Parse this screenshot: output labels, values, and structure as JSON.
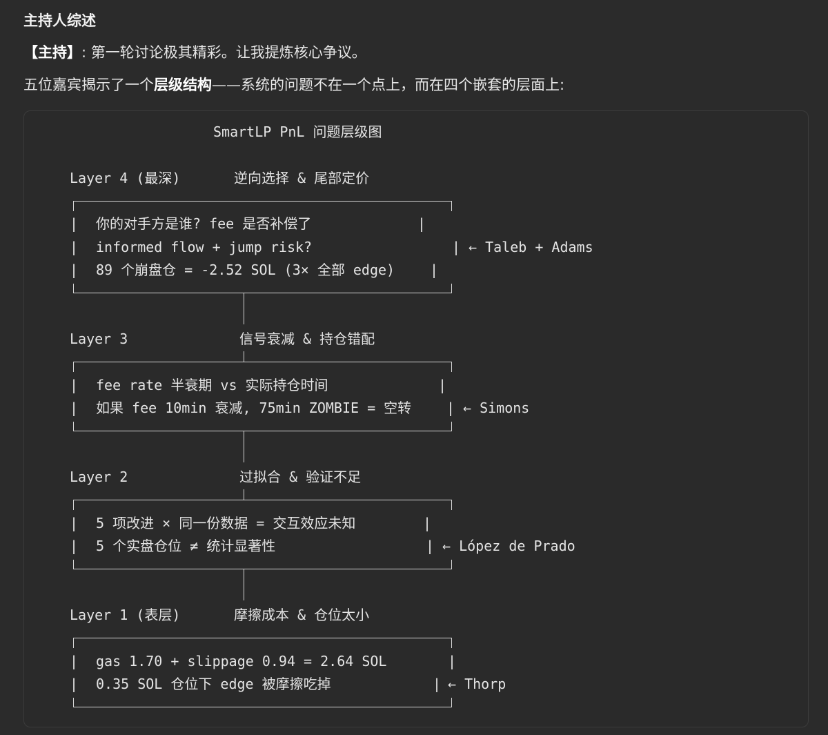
{
  "heading": "主持人综述",
  "p1": {
    "label": "【主持】",
    "text": ": 第一轮讨论极其精彩。让我提炼核心争议。"
  },
  "p2": {
    "before": "五位嘉宾揭示了一个",
    "bold": "层级结构",
    "after": "——系统的问题不在一个点上，而在四个嵌套的层面上:"
  },
  "diagram": {
    "title": "SmartLP PnL 问题层级图",
    "layers": [
      {
        "label": "Layer 4 (最深)",
        "topic": "逆向选择 & 尾部定价",
        "lines": [
          "你的对手方是谁? fee 是否补偿了",
          "informed flow + jump risk?",
          "89 个崩盘仓 = -2.52 SOL (3× 全部 edge)"
        ],
        "attribution": "← Taleb + Adams"
      },
      {
        "label": "Layer 3",
        "topic": "信号衰减 & 持仓错配",
        "lines": [
          "fee rate 半衰期 vs 实际持仓时间",
          "如果 fee 10min 衰减, 75min ZOMBIE = 空转"
        ],
        "attribution": "← Simons"
      },
      {
        "label": "Layer 2",
        "topic": "过拟合 & 验证不足",
        "lines": [
          "5 项改进 × 同一份数据 = 交互效应未知",
          "5 个实盘仓位 ≠ 统计显著性"
        ],
        "attribution": "← López de Prado"
      },
      {
        "label": "Layer 1 (表层)",
        "topic": "摩擦成本 & 仓位太小",
        "lines": [
          "gas 1.70 + slippage 0.94 = 2.64 SOL",
          "0.35 SOL 仓位下 edge 被摩擦吃掉"
        ],
        "attribution": "← Thorp"
      }
    ]
  }
}
